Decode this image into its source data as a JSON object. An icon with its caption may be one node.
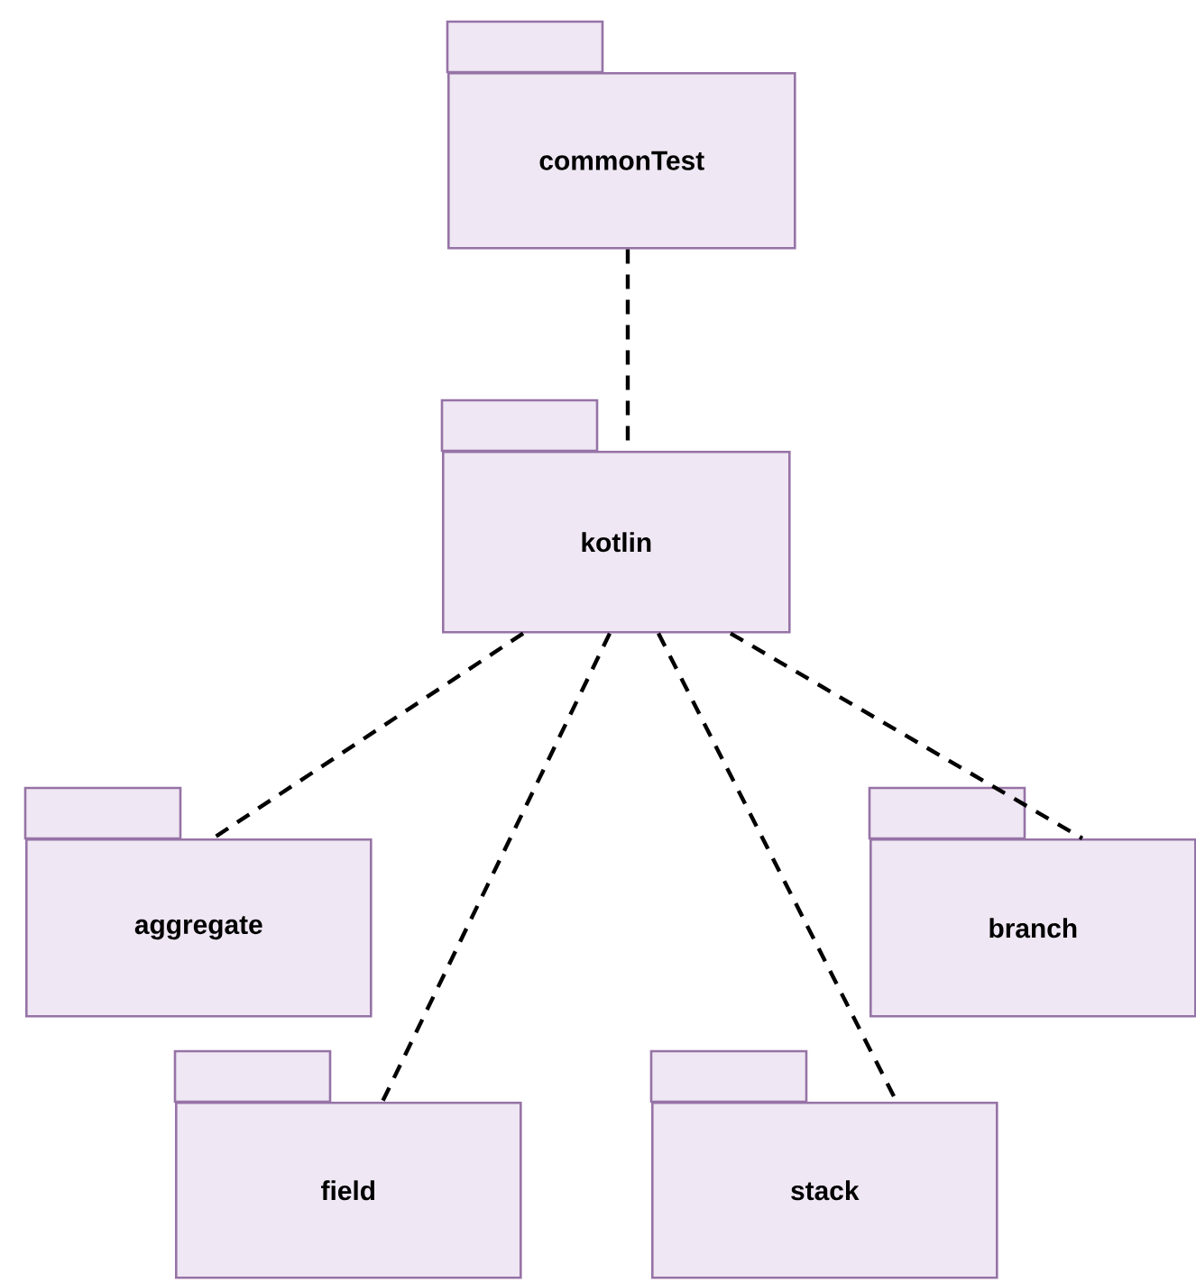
{
  "diagram": {
    "nodes": [
      {
        "text": [
          "commonTest"
        ]
      },
      {
        "text": [
          "kotlin"
        ]
      },
      {
        "text": [
          "aggregate"
        ]
      },
      {
        "text": [
          "branch"
        ]
      },
      {
        "text": [
          "field"
        ]
      },
      {
        "text": [
          "stack"
        ]
      }
    ],
    "edges": [
      {
        "from": 0,
        "to": 1,
        "arrow": "none",
        "style": "dashed"
      },
      {
        "from": 1,
        "to": 2,
        "arrow": "none",
        "style": "dashed"
      },
      {
        "from": 1,
        "to": 4,
        "arrow": "none",
        "style": "dashed"
      },
      {
        "from": 1,
        "to": 5,
        "arrow": "none",
        "style": "dashed"
      },
      {
        "from": 1,
        "to": 3,
        "arrow": "none",
        "style": "dashed"
      }
    ]
  }
}
